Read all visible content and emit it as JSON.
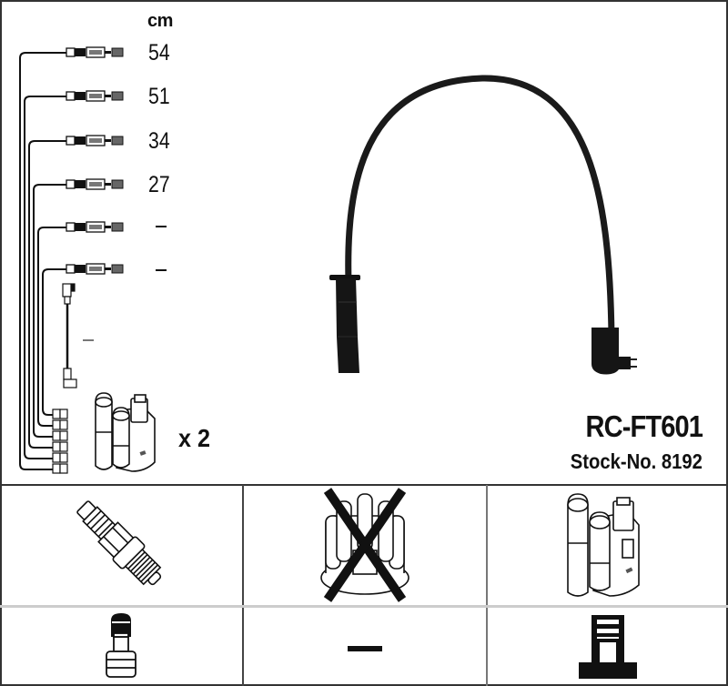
{
  "product": {
    "part_number": "RC-FT601",
    "stock_label": "Stock-No. 8192",
    "quantity_label": "x 2"
  },
  "lengths": {
    "unit": "cm",
    "items": [
      {
        "label": "54"
      },
      {
        "label": "51"
      },
      {
        "label": "34"
      },
      {
        "label": "27"
      },
      {
        "label": "–"
      },
      {
        "label": "–"
      }
    ],
    "coil_lead_label": "–"
  },
  "compatibility_grid": {
    "rows": [
      [
        {
          "icon": "spark-plug-icon",
          "status": "included"
        },
        {
          "icon": "distributor-cap-icon",
          "status": "not-applicable"
        },
        {
          "icon": "ignition-coil-icon",
          "status": "included"
        }
      ],
      [
        {
          "icon": "spark-plug-terminal-icon",
          "status": "included"
        },
        {
          "icon": "dash-icon",
          "text": "—"
        },
        {
          "icon": "coil-terminal-icon",
          "status": "included"
        }
      ]
    ]
  },
  "colors": {
    "line": "#111111",
    "border": "#333333",
    "grid_separator": "#cccccc",
    "background": "#ffffff"
  }
}
